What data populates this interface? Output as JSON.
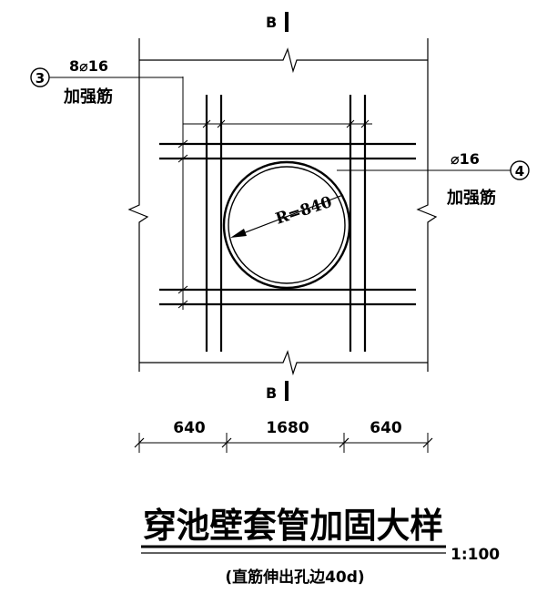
{
  "section_top": "B",
  "section_bottom": "B",
  "tag3": {
    "number": "3",
    "spec": "8⌀16",
    "name": "加强筋"
  },
  "tag4": {
    "number": "4",
    "spec": "⌀16",
    "name": "加强筋"
  },
  "radius_label": "R=840",
  "dimensions": [
    "640",
    "1680",
    "640"
  ],
  "title": "穿池壁套管加固大样",
  "scale": "1:100",
  "note": "(直筋伸出孔边40d)"
}
